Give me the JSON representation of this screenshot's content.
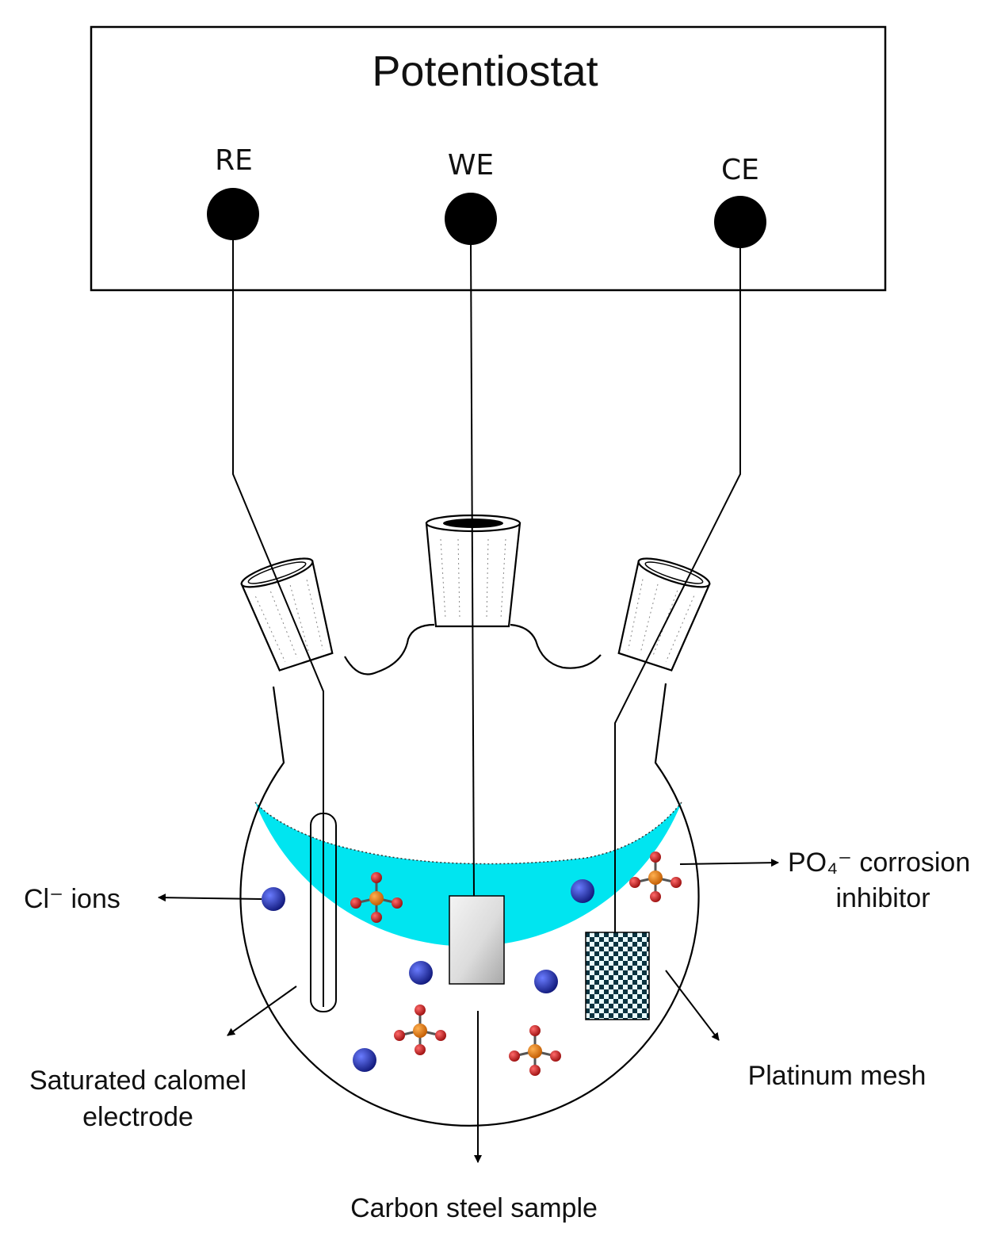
{
  "potentiostat": {
    "title": "Potentiostat",
    "terminals": {
      "re": "RE",
      "we": "WE",
      "ce": "CE"
    }
  },
  "labels": {
    "cl_ions": "Cl⁻ ions",
    "po4_line1": "PO₄⁻ corrosion",
    "po4_line2": "inhibitor",
    "sce_line1": "Saturated calomel",
    "sce_line2": "electrode",
    "carbon_steel": "Carbon steel sample",
    "platinum_mesh": "Platinum mesh"
  },
  "colors": {
    "electrolyte": "#00e5f0",
    "chloride_ion": "#1a2aa8",
    "phosphorus_atom": "#e07a10",
    "oxygen_atom": "#c81818",
    "steel_light": "#f4f4f4",
    "steel_dark": "#a8a8a8",
    "mesh": "#0a3340",
    "terminal": "#000000"
  }
}
